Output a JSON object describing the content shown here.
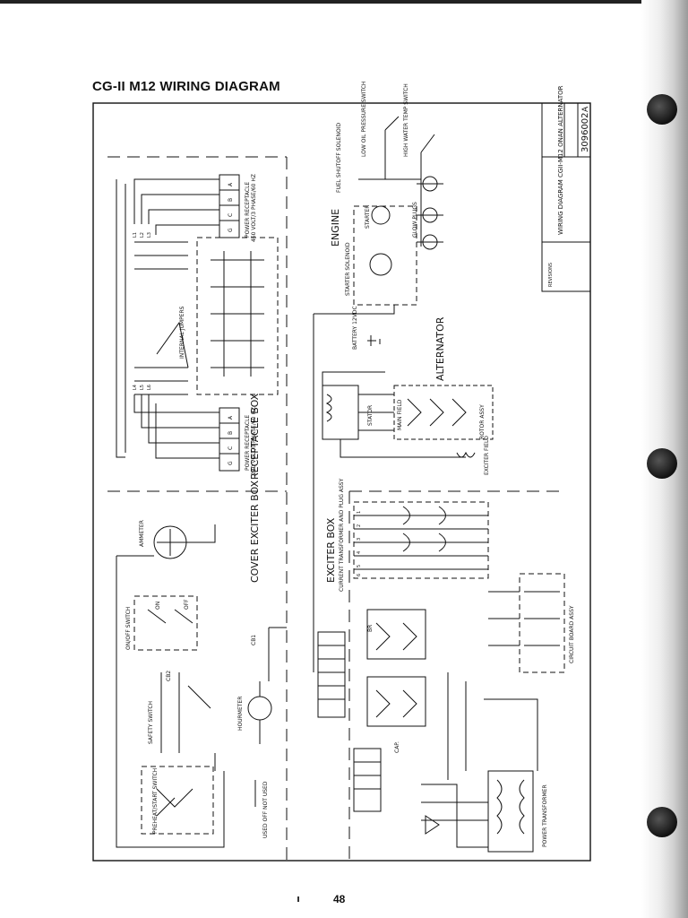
{
  "title": "CG-II M12 WIRING DIAGRAM",
  "page_number": "48",
  "labels": {
    "receptacle_box": "RECEPTACLE BOX",
    "cover_exciter_box": "COVER EXCITER BOX",
    "exciter_box": "EXCITER BOX",
    "engine": "ENGINE",
    "alternator": "ALTERNATOR",
    "internal_jumpers": "INTERNAL JUMPERS",
    "power_receptacle_top": "POWER RECEPTACLE",
    "power_receptacle_top_spec": "460 VOLT/3 PHASE/60 HZ",
    "power_receptacle_bottom": "POWER RECEPTACLE",
    "power_receptacle_bottom_spec": "230 VOLT/3 PHASE/60 HZ",
    "ammeter": "AMMETER",
    "on_off_switch": "ON/OFF SWITCH",
    "safety_switch": "SAFETY SWITCH",
    "preheat_start_switch": "PREHEAT/START SWITCH",
    "hourmeter": "HOURMETER",
    "used_off": "USED OFF NOT USED",
    "current_transformer": "CURRENT TRANSFORMER AND PLUG ASSY",
    "circuit_board": "CIRCUIT BOARD ASSY",
    "power_transformer": "POWER TRANSFORMER",
    "battery": "BATTERY 12VDC",
    "starter": "STARTER",
    "starter_solenoid": "STARTER SOLENOID",
    "fuel_solenoid": "FUEL SHUTOFF SOLENOID",
    "oil_switch": "LOW OIL PRESSURE SWITCH",
    "water_switch": "HIGH WATER TEMP SWITCH",
    "glow_plugs": "GLOW PLUGS",
    "main_field": "MAIN FIELD",
    "stator": "STATOR",
    "rotor_assy": "ROTOR ASSY",
    "exciter_field": "EXCITER FIELD",
    "on": "ON",
    "off": "OFF",
    "cb1": "CB1",
    "cb2": "CB2",
    "cap": "CAP.",
    "br": "BR"
  },
  "terminals": {
    "receptacle_top": [
      "A",
      "B",
      "C",
      "G"
    ],
    "receptacle_bottom": [
      "A",
      "B",
      "C",
      "G"
    ],
    "lines": [
      "L1",
      "L2",
      "L3",
      "L4",
      "L5",
      "L6"
    ],
    "exciter_rows": [
      "1",
      "2",
      "3",
      "4",
      "5",
      "6"
    ]
  },
  "title_block": {
    "drawing_title": "WIRING DIAGRAM CGII-M12 ONAN ALTERNATOR",
    "drawing_number": "3096002",
    "revision": "A",
    "revisions_label": "REVISIONS"
  },
  "colors": {
    "ink": "#111111",
    "paper": "#ffffff"
  }
}
